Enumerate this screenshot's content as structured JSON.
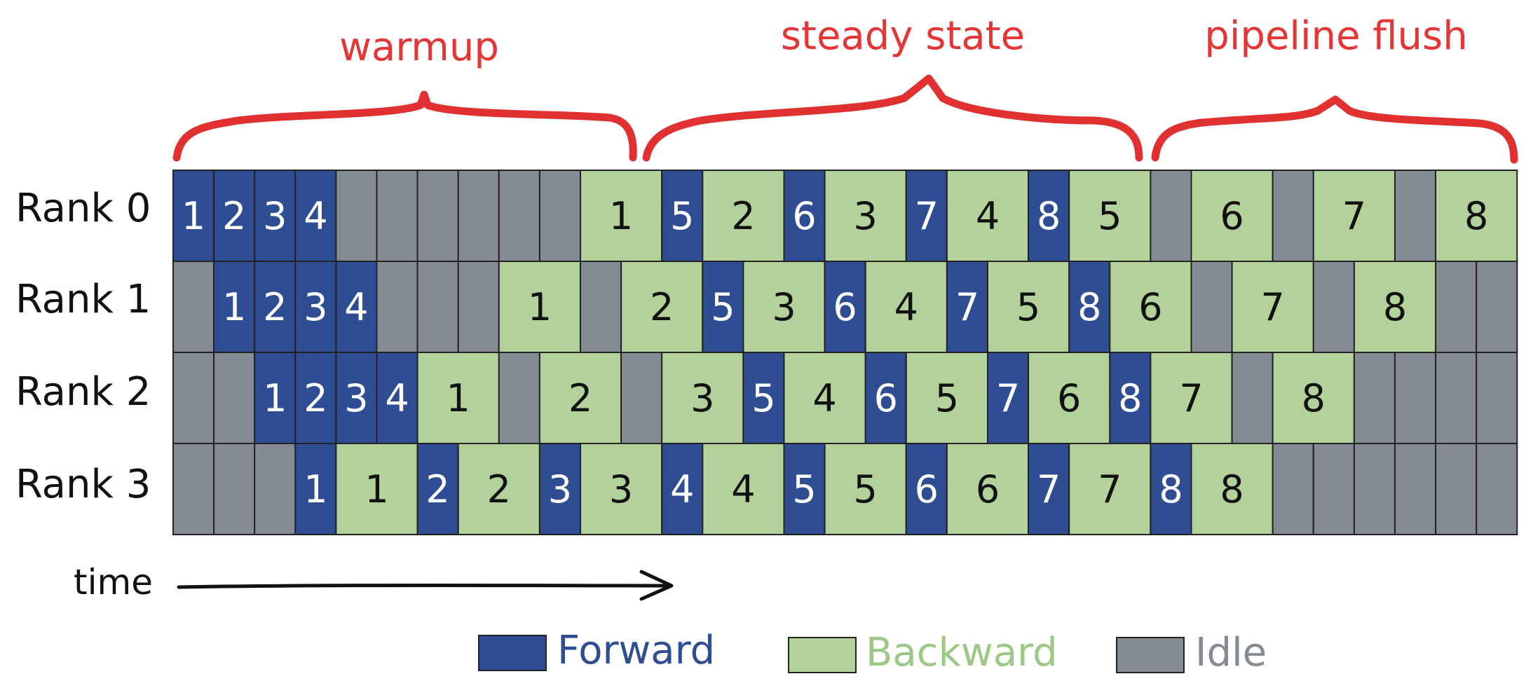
{
  "colors": {
    "forward": "#2f4d93",
    "backward": "#b3d19a",
    "idle": "#858b94",
    "forward_text": "#ffffff",
    "backward_text": "#111111",
    "brace": "#e0302f",
    "phase_text": "#e53535",
    "legend_forward_text": "#2f4d93",
    "legend_backward_text": "#9bc985",
    "legend_idle_text": "#858b94"
  },
  "phases": [
    {
      "id": "warmup",
      "label": "warmup"
    },
    {
      "id": "steady",
      "label": "steady state"
    },
    {
      "id": "flush",
      "label": "pipeline flush"
    }
  ],
  "ranks": [
    {
      "label": "Rank 0",
      "cells": [
        [
          "F",
          "1"
        ],
        [
          "F",
          "2"
        ],
        [
          "F",
          "3"
        ],
        [
          "F",
          "4"
        ],
        [
          "I",
          ""
        ],
        [
          "I",
          ""
        ],
        [
          "I",
          ""
        ],
        [
          "I",
          ""
        ],
        [
          "I",
          ""
        ],
        [
          "I",
          ""
        ],
        [
          "B",
          "1"
        ],
        [
          "F",
          "5"
        ],
        [
          "B",
          "2"
        ],
        [
          "F",
          "6"
        ],
        [
          "B",
          "3"
        ],
        [
          "F",
          "7"
        ],
        [
          "B",
          "4"
        ],
        [
          "F",
          "8"
        ],
        [
          "B",
          "5"
        ],
        [
          "I",
          ""
        ],
        [
          "B",
          "6"
        ],
        [
          "I",
          ""
        ],
        [
          "B",
          "7"
        ],
        [
          "I",
          ""
        ],
        [
          "B",
          "8"
        ]
      ]
    },
    {
      "label": "Rank 1",
      "cells": [
        [
          "I",
          ""
        ],
        [
          "F",
          "1"
        ],
        [
          "F",
          "2"
        ],
        [
          "F",
          "3"
        ],
        [
          "F",
          "4"
        ],
        [
          "I",
          ""
        ],
        [
          "I",
          ""
        ],
        [
          "I",
          ""
        ],
        [
          "B",
          "1"
        ],
        [
          "I",
          ""
        ],
        [
          "B",
          "2"
        ],
        [
          "F",
          "5"
        ],
        [
          "B",
          "3"
        ],
        [
          "F",
          "6"
        ],
        [
          "B",
          "4"
        ],
        [
          "F",
          "7"
        ],
        [
          "B",
          "5"
        ],
        [
          "F",
          "8"
        ],
        [
          "B",
          "6"
        ],
        [
          "I",
          ""
        ],
        [
          "B",
          "7"
        ],
        [
          "I",
          ""
        ],
        [
          "B",
          "8"
        ],
        [
          "I",
          ""
        ],
        [
          "I",
          ""
        ]
      ]
    },
    {
      "label": "Rank 2",
      "cells": [
        [
          "I",
          ""
        ],
        [
          "I",
          ""
        ],
        [
          "F",
          "1"
        ],
        [
          "F",
          "2"
        ],
        [
          "F",
          "3"
        ],
        [
          "F",
          "4"
        ],
        [
          "B",
          "1"
        ],
        [
          "I",
          ""
        ],
        [
          "B",
          "2"
        ],
        [
          "I",
          ""
        ],
        [
          "B",
          "3"
        ],
        [
          "F",
          "5"
        ],
        [
          "B",
          "4"
        ],
        [
          "F",
          "6"
        ],
        [
          "B",
          "5"
        ],
        [
          "F",
          "7"
        ],
        [
          "B",
          "6"
        ],
        [
          "F",
          "8"
        ],
        [
          "B",
          "7"
        ],
        [
          "I",
          ""
        ],
        [
          "B",
          "8"
        ],
        [
          "I",
          ""
        ],
        [
          "I",
          ""
        ],
        [
          "I",
          ""
        ],
        [
          "I",
          ""
        ]
      ]
    },
    {
      "label": "Rank 3",
      "cells": [
        [
          "I",
          ""
        ],
        [
          "I",
          ""
        ],
        [
          "I",
          ""
        ],
        [
          "F",
          "1"
        ],
        [
          "B",
          "1"
        ],
        [
          "F",
          "2"
        ],
        [
          "B",
          "2"
        ],
        [
          "F",
          "3"
        ],
        [
          "B",
          "3"
        ],
        [
          "F",
          "4"
        ],
        [
          "B",
          "4"
        ],
        [
          "F",
          "5"
        ],
        [
          "B",
          "5"
        ],
        [
          "F",
          "6"
        ],
        [
          "B",
          "6"
        ],
        [
          "F",
          "7"
        ],
        [
          "B",
          "7"
        ],
        [
          "F",
          "8"
        ],
        [
          "B",
          "8"
        ],
        [
          "I",
          ""
        ],
        [
          "I",
          ""
        ],
        [
          "I",
          ""
        ],
        [
          "I",
          ""
        ],
        [
          "I",
          ""
        ],
        [
          "I",
          ""
        ]
      ]
    }
  ],
  "time_label": "time",
  "legend": [
    {
      "kind": "F",
      "label": "Forward"
    },
    {
      "kind": "B",
      "label": "Backward"
    },
    {
      "kind": "I",
      "label": "Idle"
    }
  ]
}
